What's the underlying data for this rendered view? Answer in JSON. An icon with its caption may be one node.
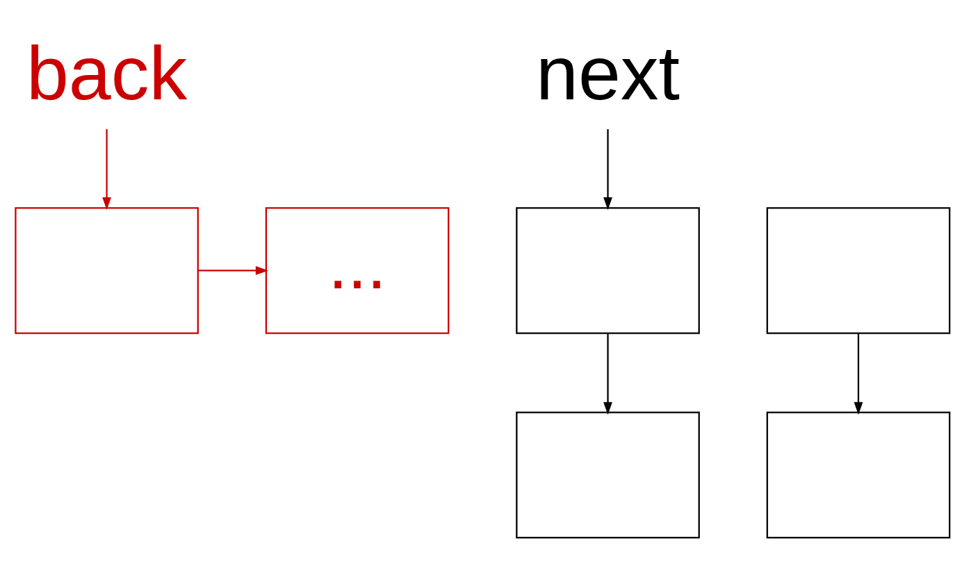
{
  "diagram": {
    "nodes": [
      {
        "text": [
          "back"
        ]
      },
      {
        "text": [
          "..."
        ]
      },
      {
        "text": [],
        "shape": "box"
      },
      {
        "text": [
          "next"
        ]
      },
      {
        "text": [],
        "shape": "box"
      },
      {
        "text": [],
        "shape": "box"
      },
      {
        "text": [],
        "shape": "box"
      },
      {
        "text": [],
        "shape": "box"
      }
    ],
    "edges": [
      {
        "from": 0,
        "to": 2,
        "arrow": "to",
        "color": "#cc0000"
      },
      {
        "from": 2,
        "to": 1,
        "arrow": "to",
        "color": "#cc0000"
      },
      {
        "from": 3,
        "to": 4,
        "arrow": "to"
      },
      {
        "from": 4,
        "to": 6,
        "arrow": "to"
      },
      {
        "from": 5,
        "to": 7,
        "arrow": "to"
      }
    ]
  }
}
